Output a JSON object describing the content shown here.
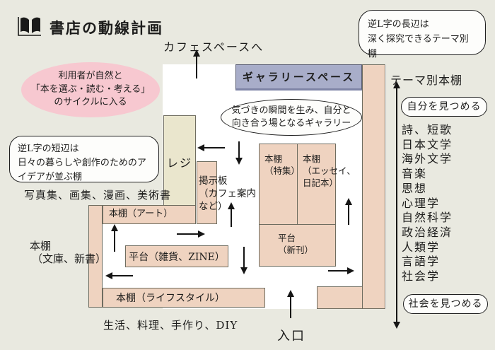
{
  "header": {
    "title": "書店の動線計画"
  },
  "notes": {
    "cycle": {
      "l1": "利用者が自然と",
      "l2": "「本を選ぶ・読む・考える」",
      "l3": "のサイクルに入る"
    },
    "long_side": {
      "l1": "逆L字の長辺は",
      "l2": "深く探究できるテーマ別棚"
    },
    "short_side": {
      "l1": "逆L字の短辺は",
      "l2": "日々の暮らしや創作のためのア",
      "l3": "イデアが並ぶ棚"
    },
    "gallery": {
      "l1": "気づきの瞬間を生み、自分と",
      "l2": "向き合う場となるギャラリー"
    }
  },
  "labels": {
    "cafe_direction": "カフェスペースへ",
    "theme_shelf": "テーマ別本棚",
    "photo_art_books": "写真集、画集、漫画、美術書",
    "bunko": {
      "l1": "本棚",
      "l2": "（文庫、新書）"
    },
    "lifestyle_genres": "生活、料理、手作り、DIY",
    "entrance": "入口"
  },
  "floor": {
    "gallery_space": "ギャラリースペース",
    "register": "レジ",
    "board": {
      "l1": "掲示板",
      "l2": "（カフェ案内",
      "l3": "など）"
    },
    "shelf_feature": {
      "l1": "本棚",
      "l2": "（特集）"
    },
    "shelf_essay": {
      "l1": "本棚",
      "l2": "（エッセイ、",
      "l3": "日記本）"
    },
    "flat_new": {
      "l1": "平台",
      "l2": "（新刊）"
    },
    "shelf_art": "本棚（アート）",
    "flat_zine": "平台（雑貨、ZINE）",
    "shelf_lifestyle": "本棚（ライフスタイル）"
  },
  "theme_list": {
    "top_bubble": "自分を見つめる",
    "items": [
      "詩、短歌",
      "日本文学",
      "海外文学",
      "音楽",
      "思想",
      "心理学",
      "自然科学",
      "政治経済",
      "人類学",
      "言語学",
      "社会学"
    ],
    "bottom_bubble": "社会を見つめる"
  },
  "colors": {
    "background": "#e9e9e0",
    "floor": "#ffffff",
    "shelf": "#efd3c0",
    "register": "#eae6cd",
    "gallery_space": "#a8adc9",
    "cycle_note": "#f7c8d0",
    "ink": "#1c1c1b"
  }
}
